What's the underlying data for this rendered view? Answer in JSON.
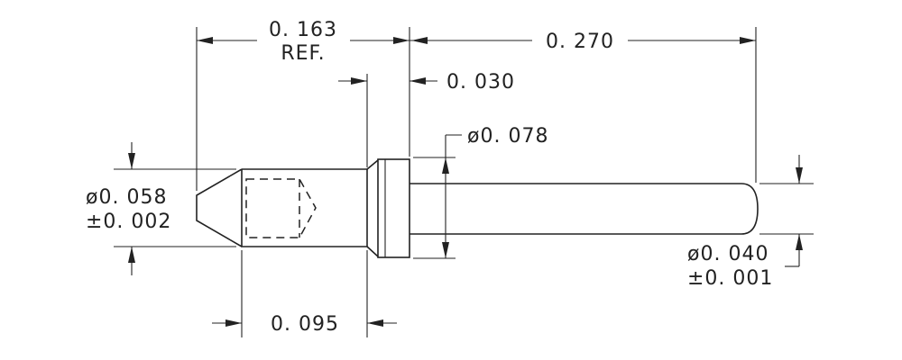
{
  "dimensions": {
    "ref_length": "0. 163",
    "ref_label": "REF.",
    "pin_length": "0. 270",
    "flange_width": "0. 030",
    "flange_diameter": "ø0. 078",
    "tip_diameter": "ø0. 058",
    "tip_tolerance": "±0. 002",
    "pin_diameter": "ø0. 040",
    "pin_tolerance": "±0. 001",
    "body_length": "0. 095"
  }
}
